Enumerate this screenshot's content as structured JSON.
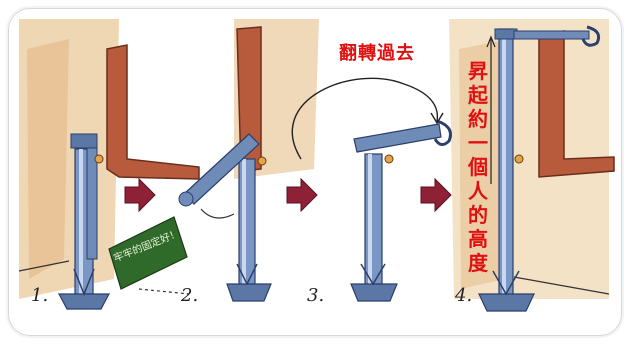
{
  "illustration": {
    "flip_label": "翻轉過去",
    "height_label": "昇起約一個人的高度",
    "note_text": "牢牢的固定好！",
    "steps": [
      "1.",
      "2.",
      "3.",
      "4."
    ]
  },
  "colors": {
    "wall": "#e9c79a",
    "door_frame": "#b85a3c",
    "stand_blue": "#6f8bb8",
    "arrow": "#8f2136",
    "note_green": "#2f6a2a",
    "label_red": "#e01010"
  },
  "icons": [
    "right-arrow-icon",
    "curved-arrow-icon"
  ]
}
